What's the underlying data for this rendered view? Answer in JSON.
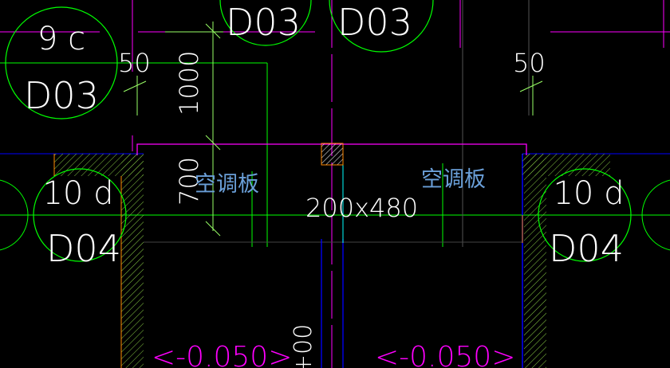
{
  "drawing": {
    "background": "#000000",
    "colors": {
      "axis": "#ff00ff",
      "circle": "#00ff00",
      "wall": "#0000ff",
      "hatch": "#88cc44",
      "edge": "#ff8800",
      "text": "#ffffff",
      "label": "#6a9fd8",
      "cyan": "#00ffff"
    },
    "axis_tags": [
      {
        "top": "9 c",
        "bottom": "D03"
      },
      {
        "bottom": "D03"
      },
      {
        "bottom": "D03"
      },
      {
        "top": "10 d",
        "bottom": "D04"
      },
      {
        "top": "10 d",
        "bottom": "D04"
      }
    ],
    "dimensions": [
      "50",
      "50",
      "1000",
      "700",
      "+00"
    ],
    "labels": {
      "ac_board_left": "空调板",
      "ac_board_right": "空调板",
      "beam_size": "200x480"
    },
    "elevations": [
      "<-0.050>",
      "<-0.050>"
    ]
  }
}
